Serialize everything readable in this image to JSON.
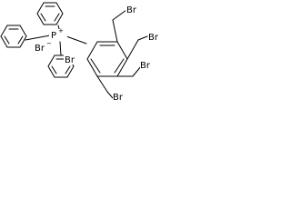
{
  "molecule": {
    "atoms": {
      "phosphorus": "P",
      "charge": "+",
      "bromide_counterion": "Br",
      "bromide_charge": "−",
      "bromine": "Br"
    },
    "colors": {
      "bond": "#000000",
      "text": "#000000",
      "background": "#ffffff"
    }
  }
}
